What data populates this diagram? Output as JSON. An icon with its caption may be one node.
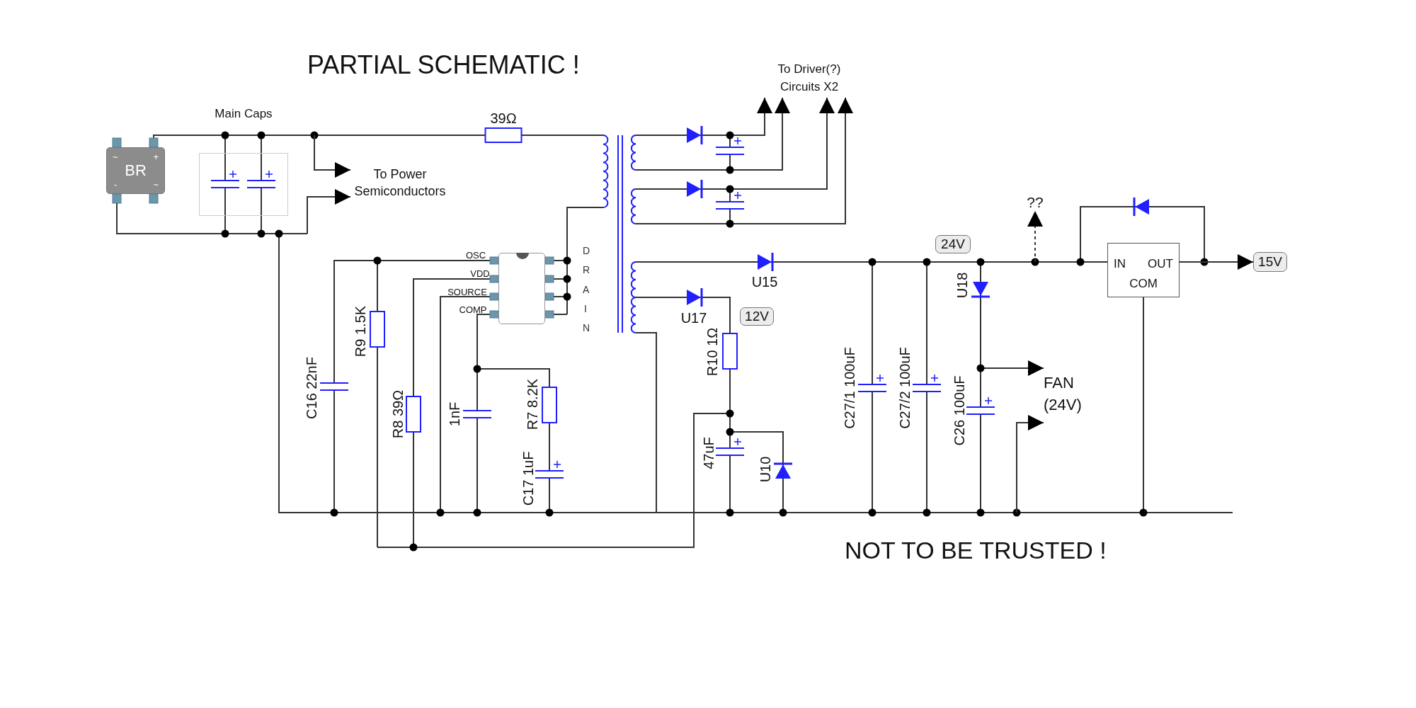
{
  "diagram": {
    "title": "PARTIAL SCHEMATIC !",
    "caption": "NOT TO BE TRUSTED !",
    "nodes": [
      {
        "text": [
          "~",
          "+",
          "BR",
          "-",
          "~"
        ]
      },
      {
        "text": [
          "Main Caps"
        ]
      },
      {
        "text": [
          "To Power Semiconductors"
        ]
      },
      {
        "text": [
          "To Driver(?) Circuits X2"
        ]
      },
      {
        "text": [],
        "shape": "box"
      },
      {
        "text": [
          "12V"
        ]
      },
      {
        "text": [
          "24V"
        ]
      },
      {
        "text": [
          "??"
        ]
      },
      {
        "text": [
          "IN",
          "OUT",
          "COM"
        ]
      },
      {
        "text": [
          "15V"
        ]
      },
      {
        "text": [
          "FAN (24V)"
        ]
      }
    ],
    "edges": [
      {
        "from": null,
        "to": 2,
        "arrow": "to"
      },
      {
        "from": null,
        "to": 2,
        "arrow": "to"
      },
      {
        "from": null,
        "to": 3,
        "arrow": "to"
      },
      {
        "from": null,
        "to": 3,
        "arrow": "to"
      },
      {
        "from": null,
        "to": 3,
        "arrow": "to"
      },
      {
        "from": null,
        "to": 3,
        "arrow": "to"
      },
      {
        "from": null,
        "to": 7,
        "arrow": "to",
        "style": "dashed"
      },
      {
        "from": 8,
        "to": 9,
        "arrow": "to"
      },
      {
        "from": null,
        "to": 10,
        "arrow": "to"
      },
      {
        "from": null,
        "to": 10,
        "arrow": "to"
      }
    ],
    "labels": [
      "39Ω",
      "OSC",
      "VDD",
      "SOURCE",
      "COMP",
      "DRAIN",
      "U15",
      "U17",
      "R10 1Ω",
      "C16 22nF",
      "R9 1.5K",
      "R8 39Ω",
      "1nF",
      "R7 8.2K",
      "C17 1uF",
      "47uF",
      "U10",
      "C27/1 100uF",
      "C27/2 100uF",
      "U18",
      "C26 100uF"
    ]
  }
}
